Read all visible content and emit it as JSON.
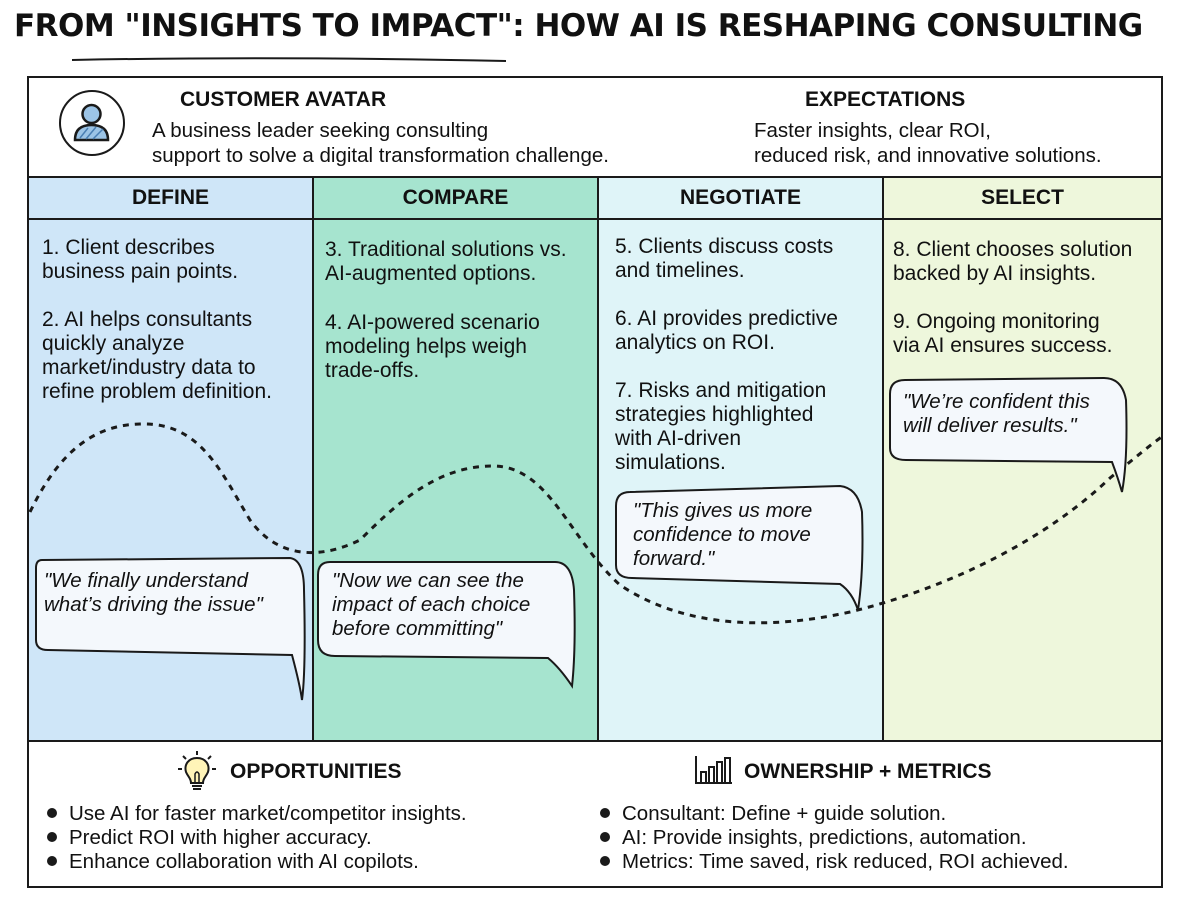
{
  "title": "FROM \"INSIGHTS TO IMPACT\": HOW AI IS RESHAPING CONSULTING",
  "header": {
    "avatar_icon": "person-icon",
    "customer_avatar_heading": "CUSTOMER AVATAR",
    "customer_avatar_line1": "A business leader seeking consulting",
    "customer_avatar_line2": "support to solve a digital transformation challenge.",
    "expectations_heading": "EXPECTATIONS",
    "expectations_line1": "Faster insights, clear ROI,",
    "expectations_line2": "reduced risk, and innovative solutions."
  },
  "stages": [
    {
      "name": "DEFINE",
      "color": "#cfe6f8",
      "steps": [
        [
          "1. Client describes",
          "business pain points."
        ],
        [
          "2. AI helps consultants",
          "quickly analyze",
          "market/industry data to",
          "refine problem definition."
        ]
      ],
      "quote": [
        "\"We finally understand",
        "what’s driving the issue\""
      ]
    },
    {
      "name": "COMPARE",
      "color": "#a6e4cf",
      "steps": [
        [
          "3. Traditional solutions vs.",
          " AI-augmented options."
        ],
        [
          "4. AI-powered scenario",
          "modeling helps weigh",
          "trade-offs."
        ]
      ],
      "quote": [
        "\"Now we can see the",
        "impact of each choice",
        " before committing\""
      ]
    },
    {
      "name": "NEGOTIATE",
      "color": "#dff4f8",
      "steps": [
        [
          "5. Clients discuss costs",
          " and timelines."
        ],
        [
          "6. AI provides predictive",
          "analytics on ROI."
        ],
        [
          "7. Risks and mitigation",
          "strategies highlighted",
          "with AI-driven",
          "simulations."
        ]
      ],
      "quote": [
        "\"This gives us more",
        "confidence to move",
        " forward.\""
      ]
    },
    {
      "name": "SELECT",
      "color": "#eef7dc",
      "steps": [
        [
          "8. Client chooses solution",
          "backed by AI insights."
        ],
        [
          "9. Ongoing monitoring",
          "via AI ensures success."
        ]
      ],
      "quote": [
        "\"We’re confident this",
        " will deliver results.\""
      ]
    }
  ],
  "opportunities": {
    "icon": "lightbulb-icon",
    "heading": "OPPORTUNITIES",
    "items": [
      "Use AI for faster market/competitor insights.",
      "Predict ROI with higher accuracy.",
      "Enhance collaboration with AI copilots."
    ]
  },
  "ownership": {
    "icon": "bar-chart-icon",
    "heading": "OWNERSHIP + METRICS",
    "items": [
      "Consultant: Define + guide solution.",
      "AI: Provide insights, predictions, automation.",
      "Metrics: Time saved, risk reduced, ROI achieved."
    ]
  }
}
